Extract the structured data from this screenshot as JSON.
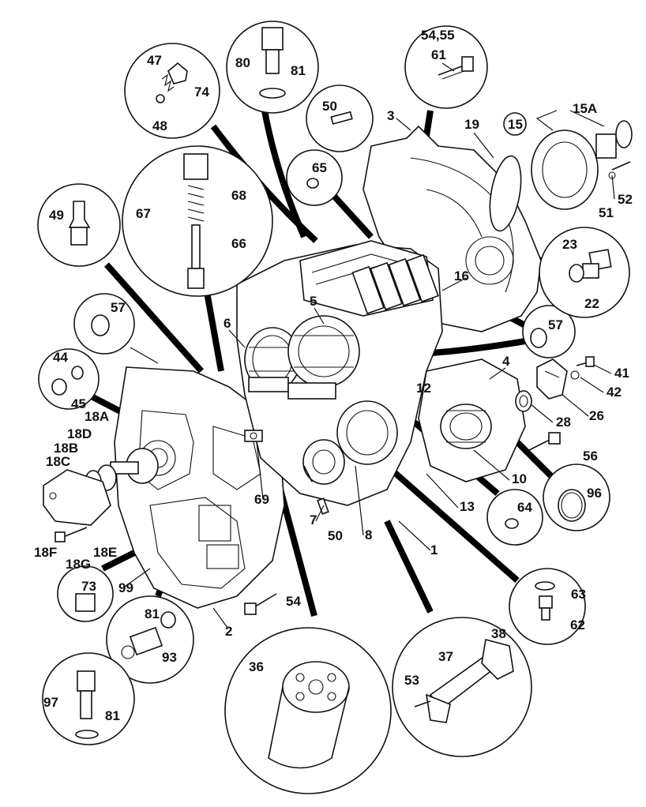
{
  "labels": {
    "p1": "1",
    "p2": "2",
    "p3": "3",
    "p4": "4",
    "p5": "5",
    "p6": "6",
    "p7": "7",
    "p8": "8",
    "p10": "10",
    "p12": "12",
    "p13": "13",
    "p15": "15",
    "p15A": "15A",
    "p16": "16",
    "p19": "19",
    "p18A": "18A",
    "p18B": "18B",
    "p18C": "18C",
    "p18D": "18D",
    "p18E": "18E",
    "p18F": "18F",
    "p18G": "18G",
    "p22": "22",
    "p23": "23",
    "p26": "26",
    "p28": "28",
    "p36": "36",
    "p37": "37",
    "p38": "38",
    "p41": "41",
    "p42": "42",
    "p44": "44",
    "p45": "45",
    "p47": "47",
    "p48": "48",
    "p49": "49",
    "p50a": "50",
    "p50b": "50",
    "p51": "51",
    "p52": "52",
    "p53": "53",
    "p54": "54",
    "p5455": "54,55",
    "p56": "56",
    "p57a": "57",
    "p57b": "57",
    "p61": "61",
    "p62": "62",
    "p63": "63",
    "p64": "64",
    "p65": "65",
    "p66": "66",
    "p67": "67",
    "p68": "68",
    "p69": "69",
    "p73": "73",
    "p74": "74",
    "p80": "80",
    "p81a": "81",
    "p81b": "81",
    "p81c": "81",
    "p93": "93",
    "p96": "96",
    "p97": "97",
    "p99": "99"
  }
}
